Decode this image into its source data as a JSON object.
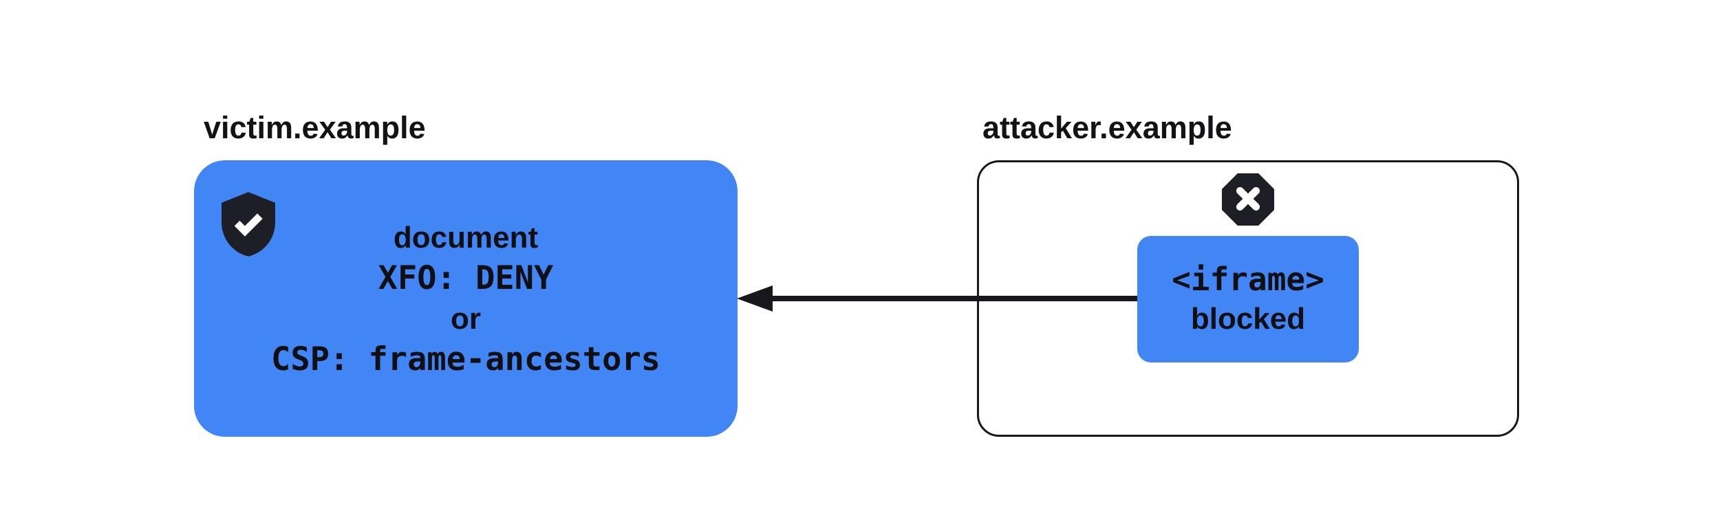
{
  "colors": {
    "accent_blue": "#4285F4",
    "ink": "#17171D",
    "background": "#FFFFFF"
  },
  "victim": {
    "domain_label": "victim.example",
    "icon": "shield-check-icon",
    "lines": [
      {
        "text": "document"
      },
      {
        "text": "XFO: DENY"
      },
      {
        "text": "or"
      },
      {
        "text": "CSP: frame-ancestors"
      }
    ]
  },
  "attacker": {
    "domain_label": "attacker.example",
    "icon": "blocked-x-icon",
    "iframe_box": {
      "line1": "<iframe>",
      "line2": "blocked"
    }
  },
  "arrow": {
    "direction": "right-to-left"
  }
}
